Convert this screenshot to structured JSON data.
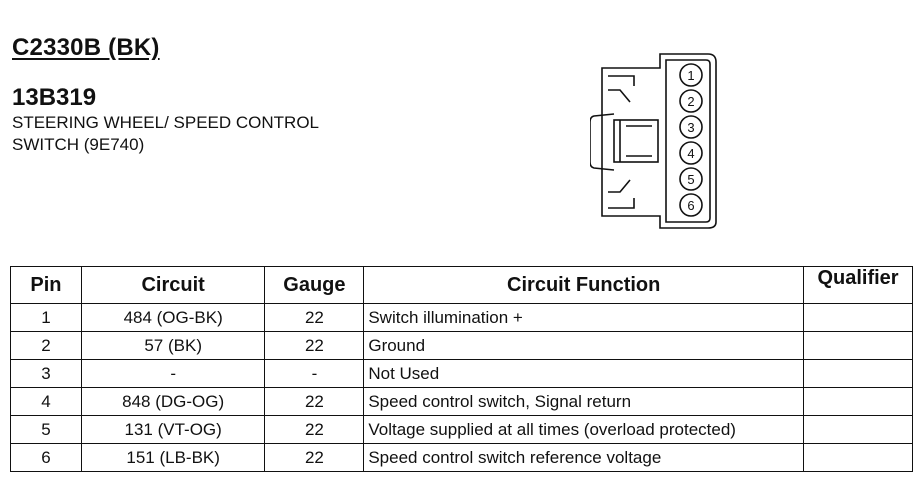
{
  "header": {
    "connector_id": "C2330B (BK)",
    "part_number": "13B319",
    "description_line1": "STEERING WHEEL/ SPEED CONTROL",
    "description_line2": "SWITCH (9E740)"
  },
  "diagram": {
    "pin_labels": [
      "1",
      "2",
      "3",
      "4",
      "5",
      "6"
    ]
  },
  "table": {
    "headers": {
      "pin": "Pin",
      "circuit": "Circuit",
      "gauge": "Gauge",
      "function": "Circuit Function",
      "qualifier": "Qualifier"
    },
    "rows": [
      {
        "pin": "1",
        "circuit": "484 (OG-BK)",
        "gauge": "22",
        "function": "Switch illumination +",
        "qualifier": ""
      },
      {
        "pin": "2",
        "circuit": "57 (BK)",
        "gauge": "22",
        "function": "Ground",
        "qualifier": ""
      },
      {
        "pin": "3",
        "circuit": "-",
        "gauge": "-",
        "function": "Not Used",
        "qualifier": ""
      },
      {
        "pin": "4",
        "circuit": "848 (DG-OG)",
        "gauge": "22",
        "function": "Speed control switch, Signal return",
        "qualifier": ""
      },
      {
        "pin": "5",
        "circuit": "131 (VT-OG)",
        "gauge": "22",
        "function": "Voltage supplied at all times (overload protected)",
        "qualifier": ""
      },
      {
        "pin": "6",
        "circuit": "151 (LB-BK)",
        "gauge": "22",
        "function": "Speed control switch reference voltage",
        "qualifier": ""
      }
    ]
  }
}
